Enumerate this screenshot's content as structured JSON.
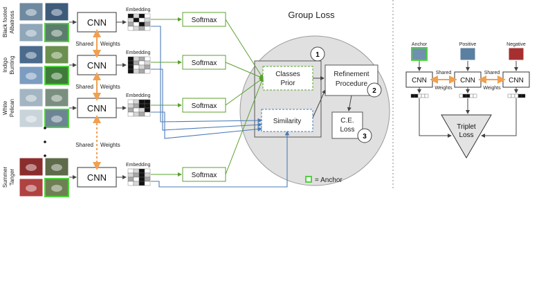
{
  "rows": [
    {
      "class_label": [
        "Black footed",
        "Albatross"
      ]
    },
    {
      "class_label": [
        "Indigo",
        "Bunting"
      ]
    },
    {
      "class_label": [
        "White",
        "Pelican"
      ]
    },
    {
      "class_label": [
        "Summer",
        "Tanger"
      ]
    }
  ],
  "labels": {
    "cnn": "CNN",
    "embedding": "Embedding",
    "softmax": "Softmax",
    "shared": "Shared",
    "weights": "Weights",
    "group_loss_title": "Group Loss",
    "classes_prior": [
      "Classes",
      "Prior"
    ],
    "refinement": [
      "Refinement",
      "Procedure"
    ],
    "similarity": "Similarity",
    "ce_loss": [
      "C.E.",
      "Loss"
    ],
    "step_1": "1",
    "step_2": "2",
    "step_3": "3",
    "anchor_legend": "= Anchor",
    "triplet_anchor": "Anchor",
    "triplet_positive": "Positive",
    "triplet_negative": "Negative",
    "triplet_loss": [
      "Triplet",
      "Loss"
    ]
  },
  "colors": {
    "box_border": "#333333",
    "green_line": "#5aa02c",
    "blue_line": "#4a7bb7",
    "orange_arrow": "#f0a050",
    "circle_fill": "#e0e0e0",
    "anchor_green": "#4dd43a"
  }
}
